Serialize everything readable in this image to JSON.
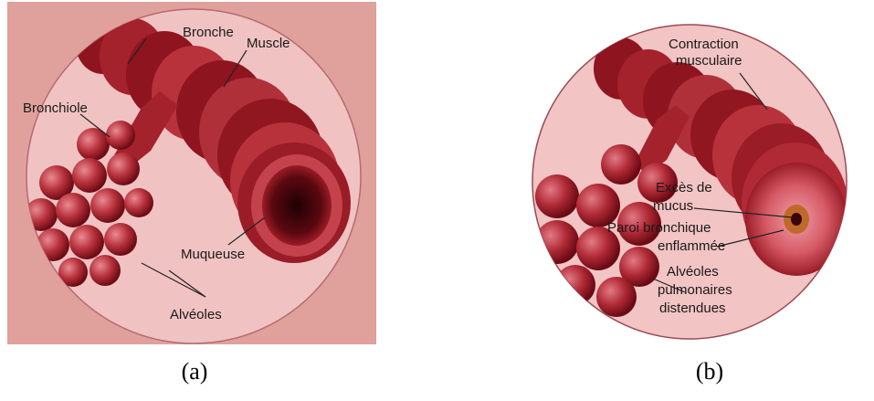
{
  "panels": [
    {
      "caption": "(a)",
      "labels": {
        "bronche": "Bronche",
        "muscle": "Muscle",
        "bronchiole": "Bronchiole",
        "muqueuse": "Muqueuse",
        "alveoles": "Alvéoles"
      }
    },
    {
      "caption": "(b)",
      "labels": {
        "contraction_1": "Contraction",
        "contraction_2": "musculaire",
        "exces_1": "Excès de",
        "exces_2": "mucus",
        "paroi_1": "Paroi bronchique",
        "paroi_2": "enflammée",
        "alveoles_1": "Alvéoles",
        "alveoles_2": "pulmonaires",
        "alveoles_3": "distendues"
      }
    }
  ],
  "colors": {
    "background_tint": "#e8a9a4",
    "tissue_dark": "#8e1420",
    "tissue_mid": "#b8323c",
    "tissue_light": "#d9707a",
    "lumen": "#3a0408",
    "mucus": "#d48a2a"
  }
}
